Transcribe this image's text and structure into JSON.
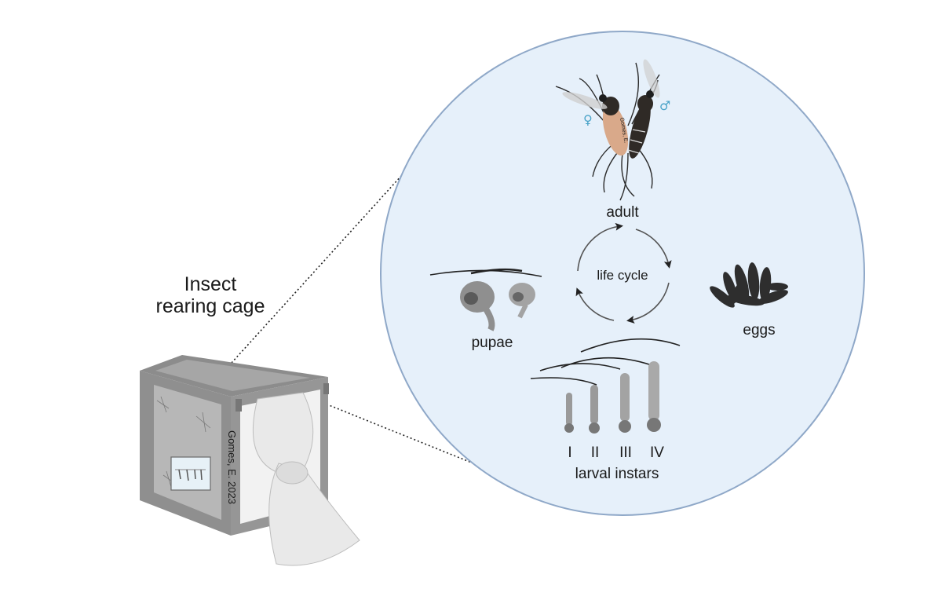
{
  "cage": {
    "title_line1": "Insect",
    "title_line2": "rearing cage",
    "credit": "Gomes, E. 2023"
  },
  "adult_credit": "Gomes, E.",
  "cycle": {
    "center_label": "life cycle",
    "adult_label": "adult",
    "eggs_label": "eggs",
    "pupae_label": "pupae",
    "larvae_label": "larval instars",
    "instars": [
      "I",
      "II",
      "III",
      "IV"
    ],
    "female_symbol": "♀",
    "male_symbol": "♂"
  },
  "colors": {
    "circle_fill": "#e6f0fa",
    "circle_stroke": "#8fa8c8",
    "sex_symbol": "#4aa3c8",
    "cage_frame": "#8c8c8c",
    "cage_mesh": "#a6a6a6",
    "cloth": "#e9e9e9"
  }
}
